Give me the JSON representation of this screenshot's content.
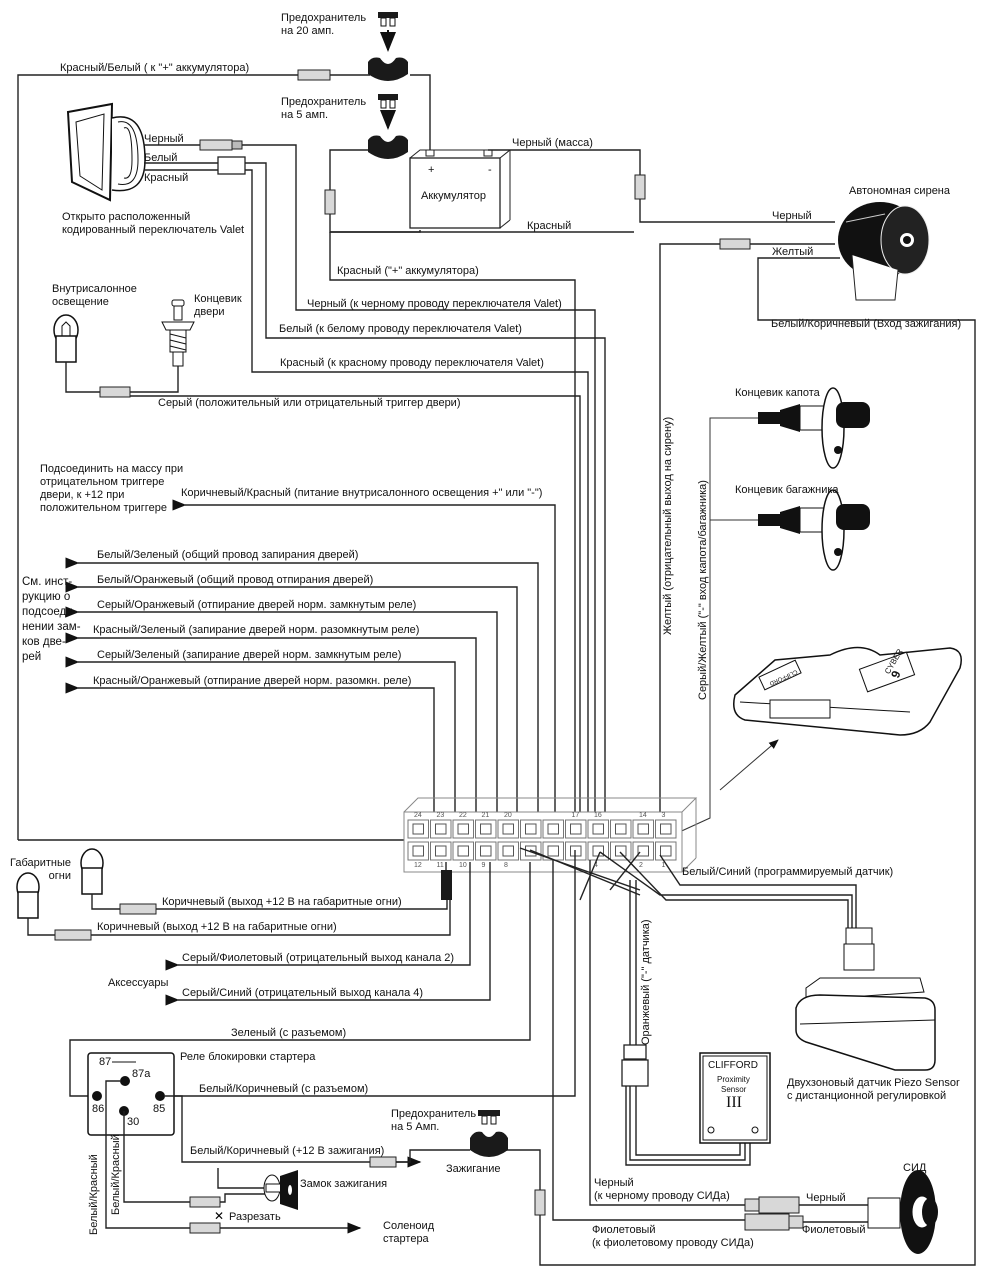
{
  "fuses": {
    "fuse_20a": "Предохранитель\nна 20 амп.",
    "fuse_5a": "Предохранитель\nна 5 амп.",
    "fuse_5a_ignition": "Предохранитель\nна 5 Амп."
  },
  "battery": {
    "label": "Аккумулятор",
    "plus": "+",
    "minus": "-"
  },
  "top_wires": {
    "red_white_battery": "Красный/Белый ( к \"+\" аккумулятора)",
    "black_ground": "Черный (масса)",
    "red": "Красный",
    "red_battery_plus": "Красный (\"+\" аккумулятора)",
    "black_valet": "Черный (к черному проводу переключателя Valet)",
    "white_valet": "Белый (к белому проводу переключателя Valet)",
    "red_valet": "Красный (к красному проводу переключателя Valet)",
    "grey_door_trigger": "Серый (положительный или отрицательный триггер двери)"
  },
  "valet_switch": {
    "wire_black": "Черный",
    "wire_white": "Белый",
    "wire_red": "Красный",
    "caption": "Открыто расположенный\nкодированный переключатель Valet"
  },
  "siren": {
    "title": "Автономная сирена",
    "wire_black": "Черный",
    "wire_yellow": "Желтый",
    "wire_ignition": "Белый/Коричневый (Вход зажигания)"
  },
  "interior_light": {
    "lamp_label": "Внутрисалонное\nосвещение",
    "door_switch_label": "Концевик\nдвери"
  },
  "dome_light_power": {
    "note": "Подсоединить на массу при\nотрицательном триггере\nдвери, к +12 при\nположительном триггере",
    "wire": "Коричневый/Красный (питание внутрисалонного освещения +\" или \"-\")"
  },
  "door_locks": {
    "note": "См. инст-\nрукцию о\nподсоеди-\nнении зам-\nков две-\nрей",
    "wires": [
      "Белый/Зеленый (общий провод запирания дверей)",
      "Белый/Оранжевый (общий провод отпирания дверей)",
      "Серый/Оранжевый (отпирание дверей норм. замкнутым реле)",
      "Красный/Зеленый (запирание дверей норм. разомкнутым реле)",
      "Серый/Зеленый (запирание дверей норм. замкнутым реле)",
      "Красный/Оранжевый (отпирание дверей норм. разомкн. реле)"
    ]
  },
  "vertical_wires": {
    "yellow_siren": "Желтый (отрицательный выход на сирену)",
    "grey_yellow_hood": "Серый/Желтый (\"-\" вход капота/багажника)",
    "orange_sensor": "Оранжевый (\"-\" датчика)",
    "white_red": "Белый/Красный",
    "white_red_2": "Белый/Красный"
  },
  "switches": {
    "hood": "Концевик капота",
    "trunk": "Концевик багажника"
  },
  "remote": {
    "left_badge": "CLIFFORD",
    "right_badge": "CYBER",
    "number": "9"
  },
  "connector": {
    "top_pins": [
      "24",
      "23",
      "22",
      "21",
      "20",
      "",
      "",
      "17",
      "16",
      "",
      "14",
      "3"
    ],
    "bottom_pins": [
      "12",
      "11",
      "10",
      "9",
      "8",
      "",
      "",
      "",
      "4",
      "",
      "2",
      "1"
    ]
  },
  "programmable_sensor": {
    "wire": "Белый/Синий (программируемый датчик)",
    "caption": "Двухзоновый датчик Piezo Sensor\nс дистанционной регулировкой"
  },
  "parking_lights": {
    "label": "Габаритные\nогни",
    "wire_1": "Коричневый (выход  +12 В на габаритные огни)",
    "wire_2": "Коричневый (выход +12 В на габаритные огни)"
  },
  "accessories": {
    "label": "Аксессуары",
    "wire_ch2": "Серый/Фиолетовый (отрицательный выход канала 2)",
    "wire_ch4": "Серый/Синий (отрицательный выход канала 4)"
  },
  "starter_relay": {
    "wire_green": "Зеленый (с разъемом)",
    "title": "Реле блокировки стартера",
    "wire_white_brown": "Белый/Коричневый (с разъемом)",
    "pins": {
      "p87": "87",
      "p87a": "87a",
      "p86": "86",
      "p85": "85",
      "p30": "30"
    },
    "wire_ignition_12v": "Белый/Коричневый (+12 В зажигания)",
    "ignition": "Зажигание",
    "ignition_lock": "Замок зажигания",
    "cut": "Разрезать",
    "solenoid": "Соленоид\nстартера"
  },
  "proximity_sensor": {
    "brand": "CLIFFORD",
    "line1": "Proximity",
    "line2": "Sensor",
    "model": "III"
  },
  "led": {
    "title": "СИД",
    "wire_black": "Черный\n(к черному проводу СИДа)",
    "wire_violet": "Фиолетовый\n(к фиолетовому проводу СИДа)",
    "led_black": "Черный",
    "led_violet": "Фиолетовый"
  }
}
